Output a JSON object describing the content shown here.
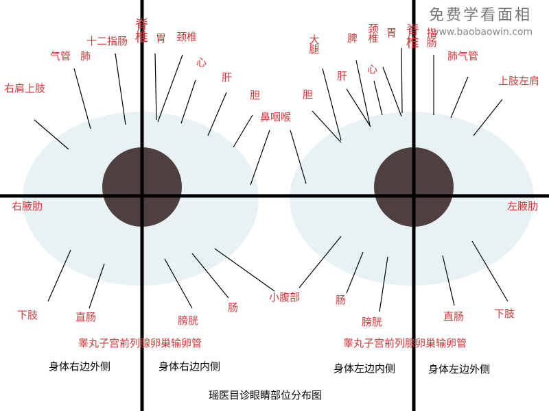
{
  "watermark": {
    "title": "免费学看面相",
    "url": "www.baobaowin.com"
  },
  "caption": "瑶医目诊眼睛部位分布图",
  "colors": {
    "label": "#d0383a",
    "sclera": "#e8f1f3",
    "iris": "#4e4040",
    "axis": "#000000"
  },
  "right_eye": {
    "top": [
      "右肩上肢",
      "气管",
      "肺",
      "十二指肠",
      "脊椎",
      "胃",
      "颈椎",
      "心",
      "肝",
      "胆",
      "鼻咽喉"
    ],
    "side": "右腋肋",
    "bottom": [
      "下肢",
      "直肠",
      "膀胱",
      "肠",
      "小腹部"
    ],
    "genital": "睾丸子宫前列腺卵巢输卵管",
    "outer": "身体右边外侧",
    "inner": "身体右边内侧"
  },
  "left_eye": {
    "top": [
      "胆",
      "大腿",
      "肝",
      "脾",
      "心",
      "颈椎",
      "胃",
      "脊椎",
      "指肠",
      "肺气管",
      "上肢左肩"
    ],
    "side": "左腋肋",
    "bottom": [
      "肠",
      "膀胱",
      "直肠",
      "下肢"
    ],
    "genital": "睾丸子宫前列腺卵巢输卵管",
    "inner": "身体左边内侧",
    "outer": "身体左边外侧"
  }
}
